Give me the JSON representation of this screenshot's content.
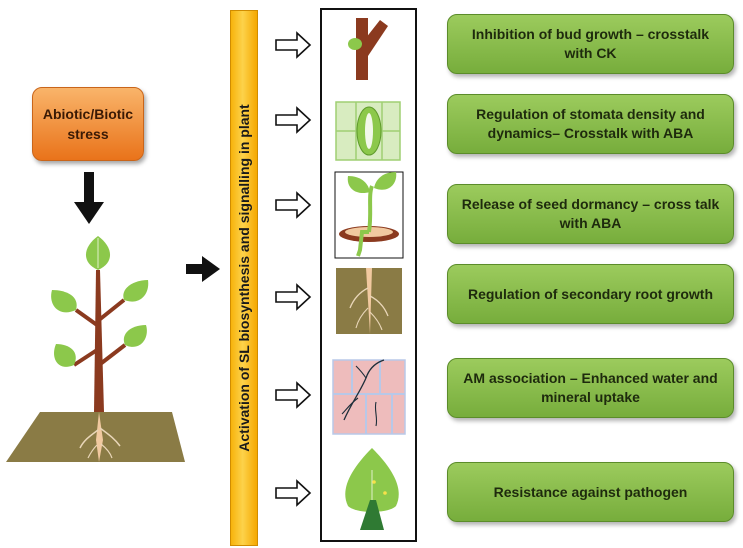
{
  "stress": {
    "label": "Abiotic/Biotic stress"
  },
  "banner": {
    "label": "Activation of SL biosynthesis and signalling in plant"
  },
  "effects": [
    {
      "label": "Inhibition of bud growth – crosstalk with CK",
      "icon": "bud-branch-icon"
    },
    {
      "label": "Regulation of stomata density and dynamics– Crosstalk with ABA",
      "icon": "stomata-icon"
    },
    {
      "label": "Release of seed dormancy – cross talk with ABA",
      "icon": "seedling-icon"
    },
    {
      "label": "Regulation of secondary root growth",
      "icon": "root-icon"
    },
    {
      "label": "AM association – Enhanced water and  mineral uptake",
      "icon": "mycorrhiza-icon"
    },
    {
      "label": "Resistance against pathogen",
      "icon": "leaf-icon"
    }
  ],
  "colors": {
    "leaf": "#8cc84b",
    "stem": "#8b3a1f",
    "soil": "#8a7b45",
    "banner": "#f7b30c",
    "effect_box": "#8cbf4f",
    "stress_box": "#f08a2a"
  }
}
